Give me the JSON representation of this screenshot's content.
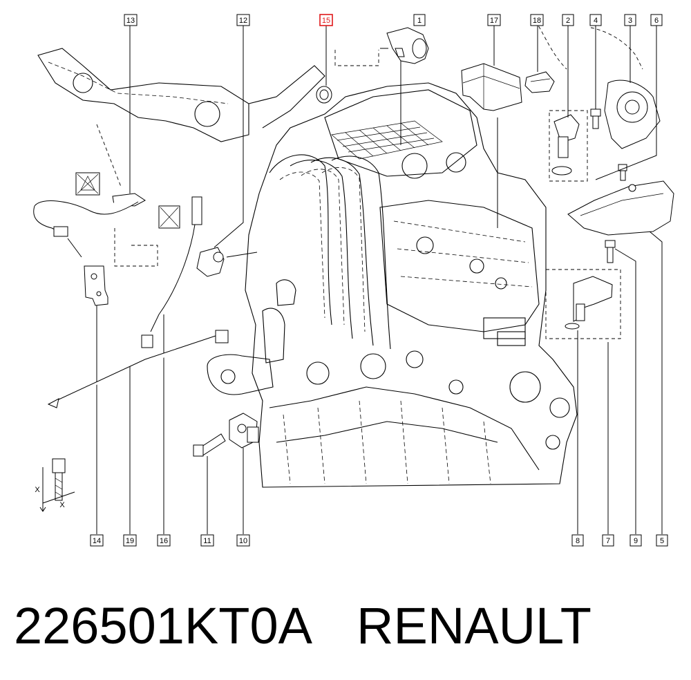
{
  "caption": {
    "part_number": "226501KT0A",
    "brand": "RENAULT"
  },
  "callouts": {
    "c1": "1",
    "c2": "2",
    "c3": "3",
    "c4": "4",
    "c5": "5",
    "c6": "6",
    "c7": "7",
    "c8": "8",
    "c9": "9",
    "c10": "10",
    "c11": "11",
    "c12": "12",
    "c13": "13",
    "c15": "15",
    "c16": "16",
    "c17": "17",
    "c18": "18",
    "c19": "19",
    "c14": "14"
  },
  "highlighted_callout": "15",
  "dimension_marks": {
    "x1": "X",
    "x2": "X"
  },
  "colors": {
    "highlight": "#e0181b",
    "line": "#000000"
  }
}
